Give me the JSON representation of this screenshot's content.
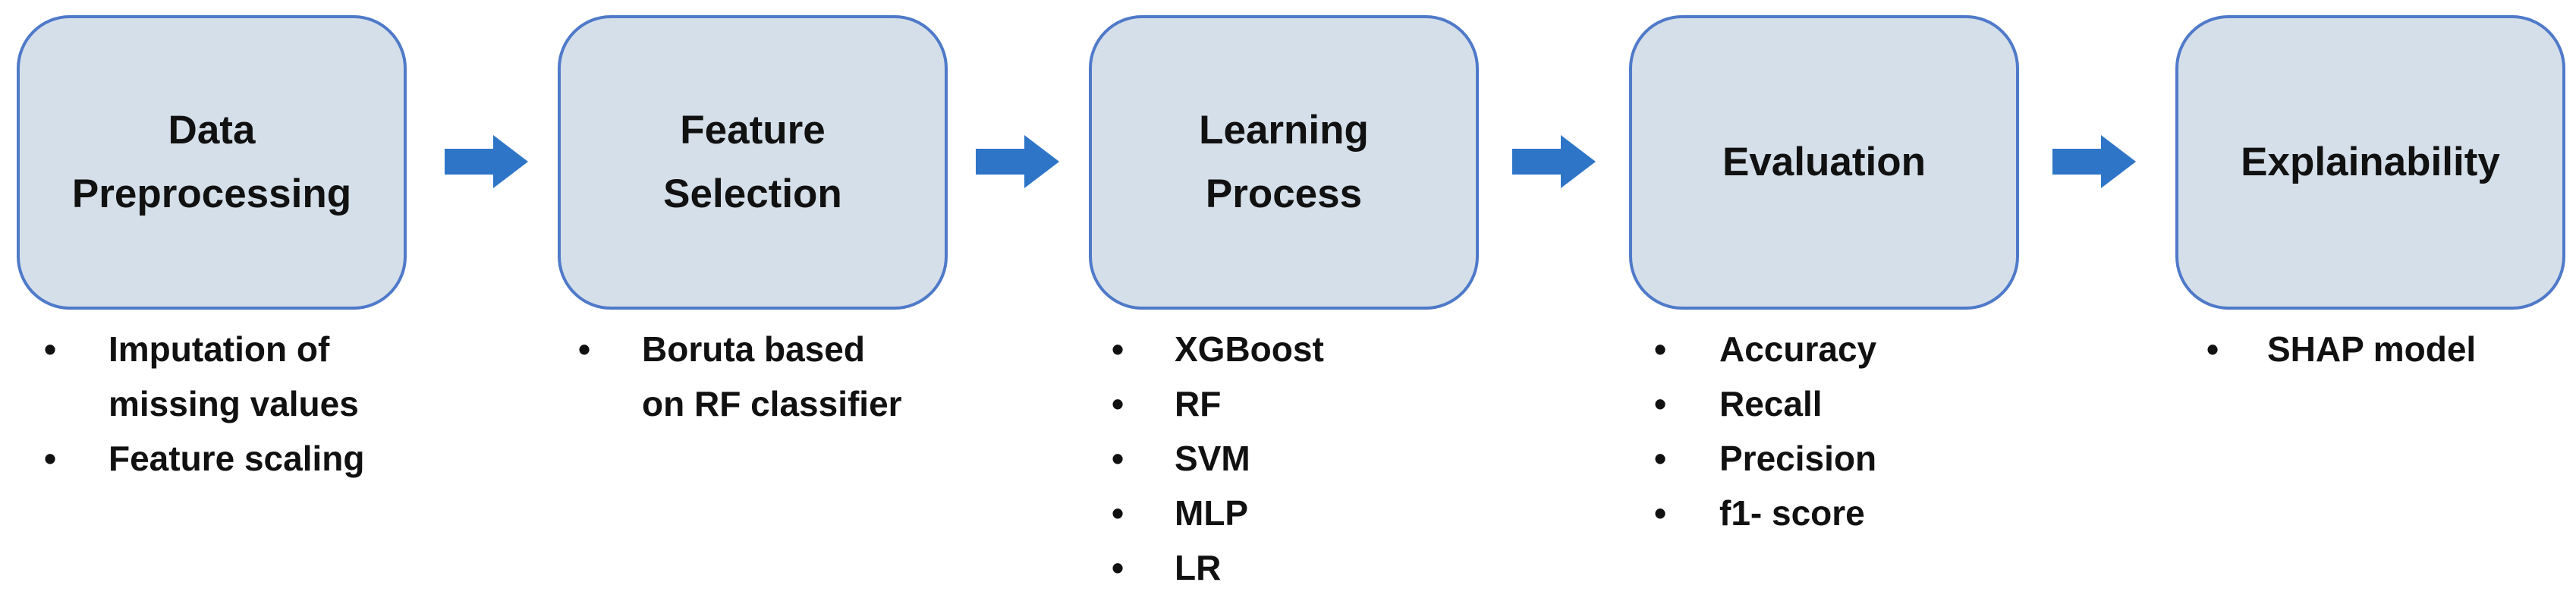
{
  "stages": [
    {
      "title": "Data\nPreprocessing",
      "bullets": [
        "Imputation of",
        "missing values",
        "Feature scaling"
      ]
    },
    {
      "title": "Feature\nSelection",
      "bullets": [
        "Boruta based",
        "on RF classifier"
      ]
    },
    {
      "title": "Learning\nProcess",
      "bullets": [
        "XGBoost",
        "RF",
        "SVM",
        "MLP",
        "LR"
      ]
    },
    {
      "title": "Evaluation",
      "bullets": [
        "Accuracy",
        "Recall",
        "Precision",
        "f1- score"
      ]
    },
    {
      "title": "Explainability",
      "bullets": [
        "SHAP model"
      ]
    }
  ],
  "colors": {
    "box_fill": "#d5dfe9",
    "box_border": "#4f7ac9",
    "arrow_fill": "#2e75c8",
    "text": "#111111"
  },
  "icons": {
    "connector": "right-arrow-icon",
    "bullet": "bullet-dot-icon"
  }
}
